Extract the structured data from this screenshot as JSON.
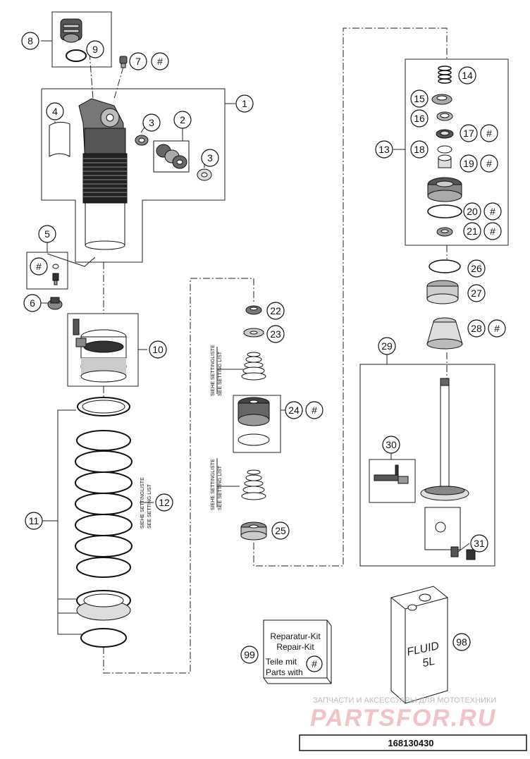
{
  "callouts": {
    "c1": "1",
    "c2": "2",
    "c3a": "3",
    "c3b": "3",
    "c4": "4",
    "c5": "5",
    "c6": "6",
    "c7": "7",
    "c8": "8",
    "c9": "9",
    "c10": "10",
    "c11": "11",
    "c12": "12",
    "c13": "13",
    "c14": "14",
    "c15": "15",
    "c16": "16",
    "c17": "17",
    "c18": "18",
    "c19": "19",
    "c20": "20",
    "c21": "21",
    "c22": "22",
    "c23": "23",
    "c24": "24",
    "c25": "25",
    "c26": "26",
    "c27": "27",
    "c28": "28",
    "c29": "29",
    "c30": "30",
    "c31": "31",
    "c98": "98",
    "c99": "99"
  },
  "hash_symbol": "#",
  "setting_list": {
    "de": "SIEHE SETTINGLISTE",
    "en": "SEE SETTING LIST"
  },
  "repair_kit": {
    "line1": "Reparatur-Kit",
    "line2": "Repair-Kit",
    "line3": "Teile mit",
    "line4": "Parts with"
  },
  "fluid_can": {
    "line1": "FLUID",
    "line2": "5L"
  },
  "watermark": {
    "tagline": "ЗАПЧАСТИ И АКСЕССУАРЫ ДЛЯ МОТОТЕХНИКИ",
    "brand": "PARTSFOR.RU"
  },
  "document_number": "168130430"
}
